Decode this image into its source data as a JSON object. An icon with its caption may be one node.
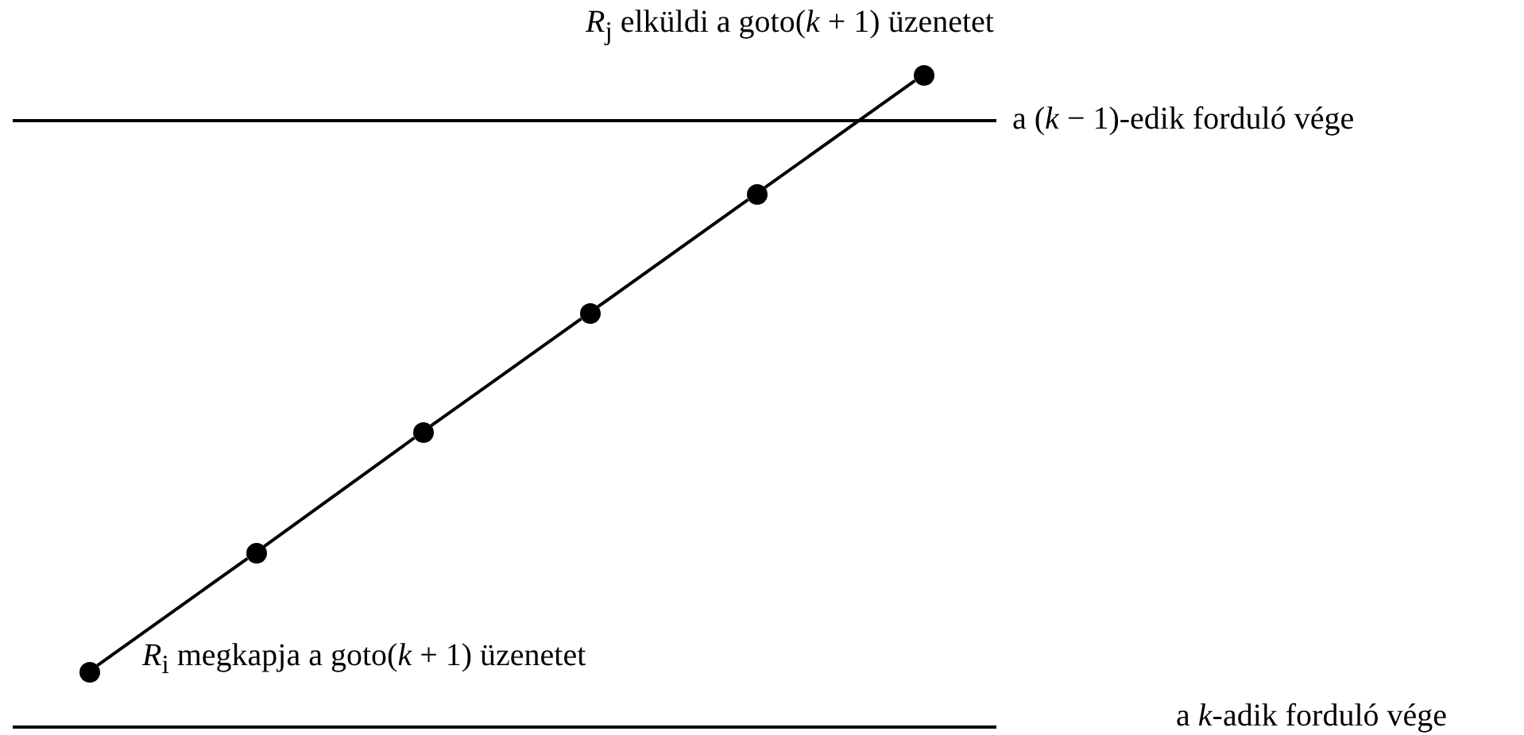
{
  "diagram": {
    "nodes": [
      {
        "text": [],
        "shape": "circle",
        "beside": [
          "*R*$_{j}$ elküldi a goto(*k* + 1) üzenetet"
        ]
      },
      {
        "text": [],
        "shape": "circle"
      },
      {
        "text": [],
        "shape": "circle"
      },
      {
        "text": [],
        "shape": "circle"
      },
      {
        "text": [],
        "shape": "circle"
      },
      {
        "text": [],
        "shape": "circle",
        "beside": [
          "*R*$_{i}$ megkapja a goto(*k* + 1) üzenetet"
        ]
      }
    ],
    "edges": [
      {
        "from": 0,
        "to": 1,
        "arrow": "none"
      },
      {
        "from": 1,
        "to": 2,
        "arrow": "none"
      },
      {
        "from": 2,
        "to": 3,
        "arrow": "none"
      },
      {
        "from": 3,
        "to": 4,
        "arrow": "none"
      },
      {
        "from": 4,
        "to": 5,
        "arrow": "none"
      }
    ],
    "labels": [
      "a (*k* − 1)-edik forduló vége",
      "a *k*-adik forduló vége"
    ]
  }
}
